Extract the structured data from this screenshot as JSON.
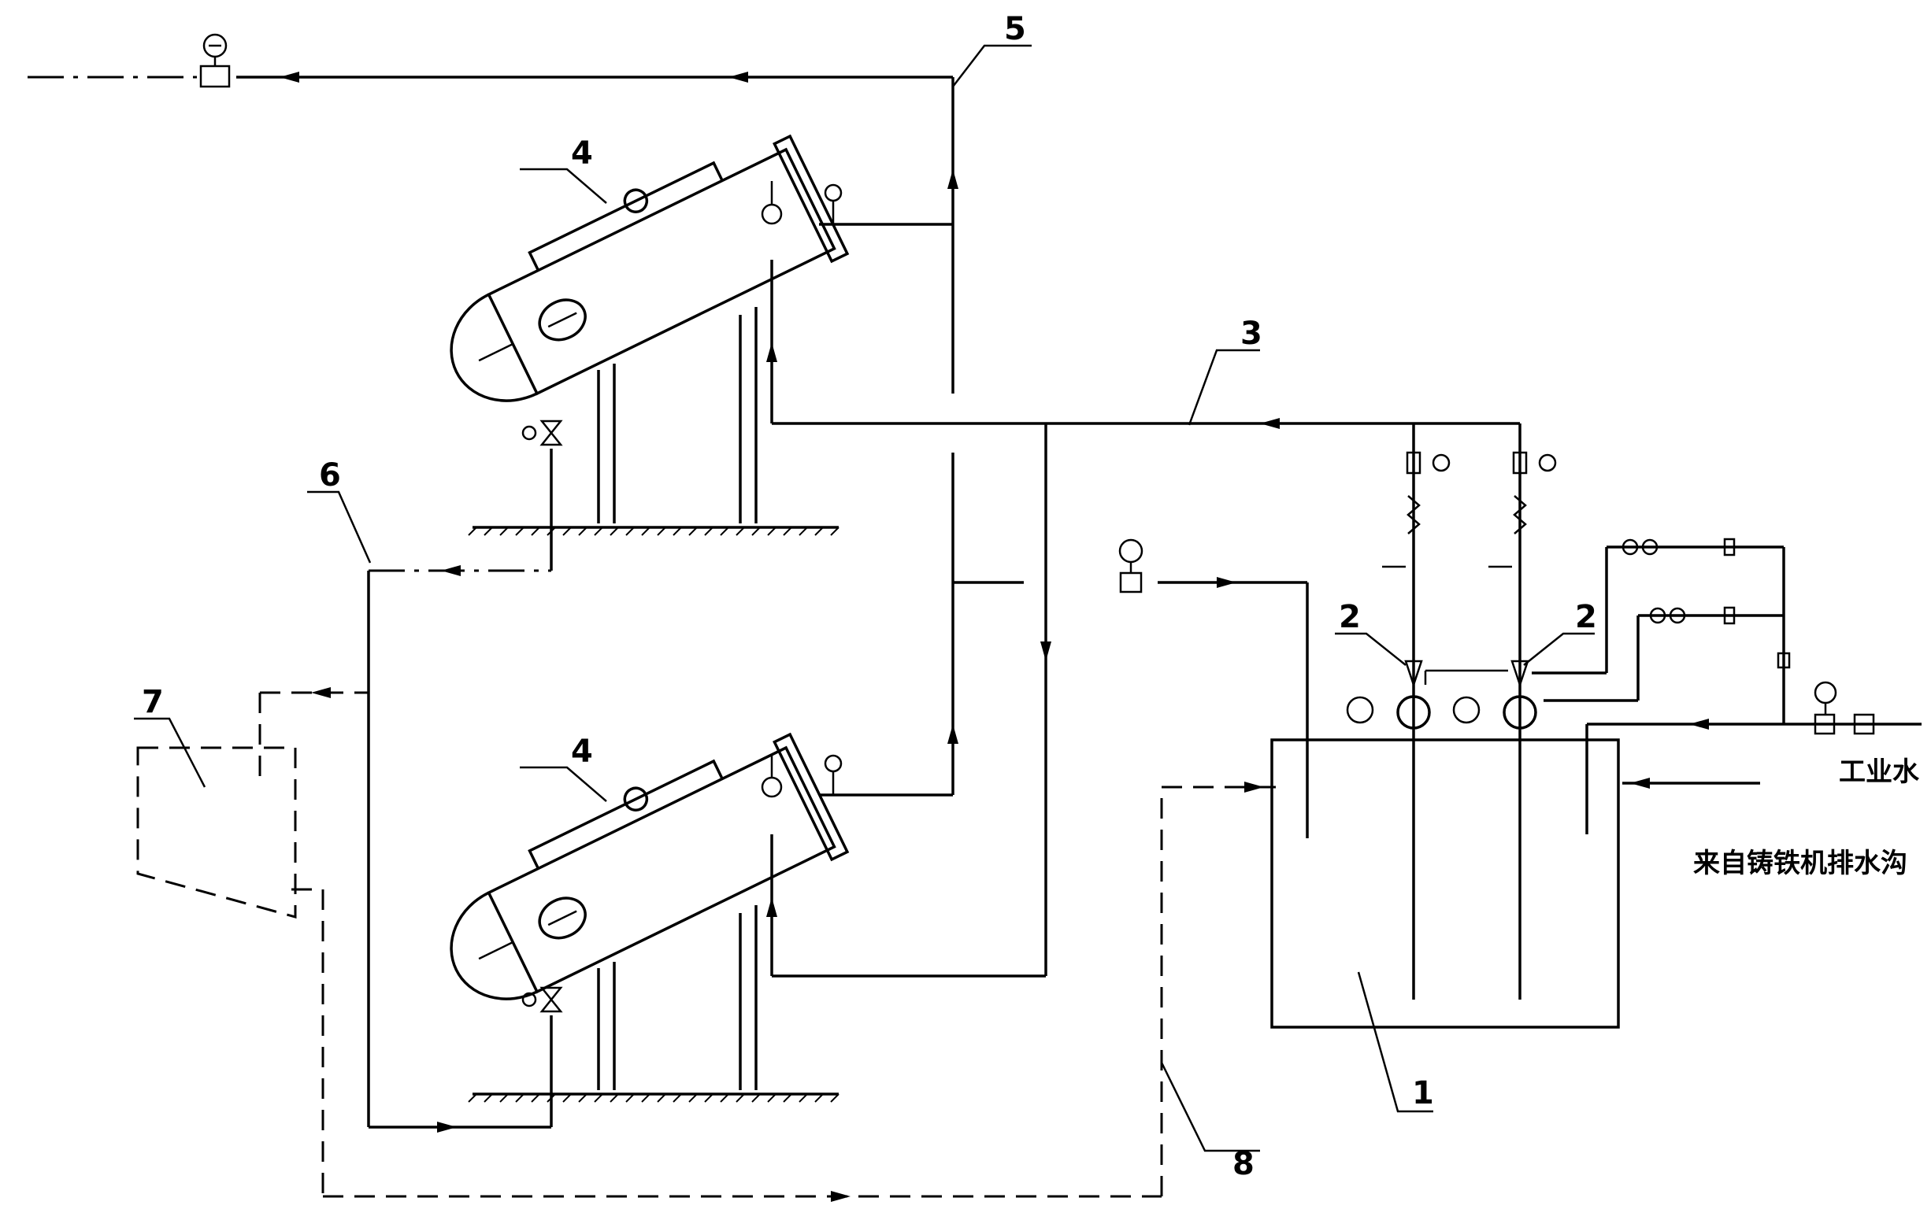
{
  "labels": {
    "pool": "1",
    "pump_left": "2",
    "pump_right": "2",
    "supply_pipe": "3",
    "cooler_upper": "4",
    "cooler_lower": "4",
    "return_pipe": "5",
    "drain_pipe": "6",
    "settling_tank": "7",
    "overflow_pipe": "8"
  },
  "text": {
    "industrial_water": "工业水",
    "from_drain": "来自铸铁机排水沟"
  }
}
